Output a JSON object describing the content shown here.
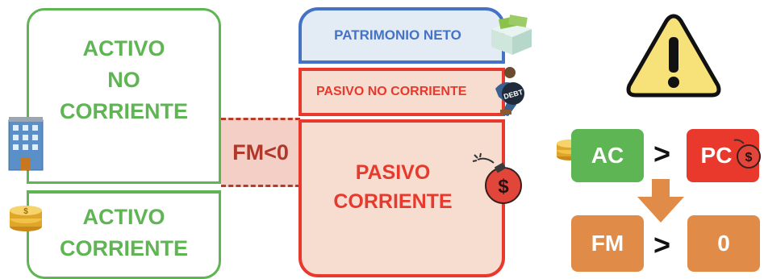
{
  "activo": {
    "no_corriente": [
      "ACTIVO",
      "NO",
      "CORRIENTE"
    ],
    "corriente": [
      "ACTIVO",
      "CORRIENTE"
    ]
  },
  "fondo_maniobra": {
    "prefix": "FM",
    "suffix": "<0"
  },
  "pasivo": {
    "patrimonio_neto": "PATRIMONIO NETO",
    "no_corriente": "PASIVO NO CORRIENTE",
    "corriente": [
      "PASIVO",
      "CORRIENTE"
    ]
  },
  "rule": {
    "ac": "AC",
    "pc": "PC",
    "gt": ">",
    "fm": "FM",
    "zero": "0"
  },
  "debt_bag_text": "DEBT",
  "colors": {
    "green": "#5fb453",
    "blue": "#4472c4",
    "red": "#e8392c",
    "orange": "#e08c48",
    "warning_yellow": "#f7e27a"
  },
  "icons": [
    "building-icon",
    "coins-icon",
    "money-box-icon",
    "debt-person-icon",
    "bomb-icon",
    "warning-icon",
    "down-arrow-icon"
  ]
}
